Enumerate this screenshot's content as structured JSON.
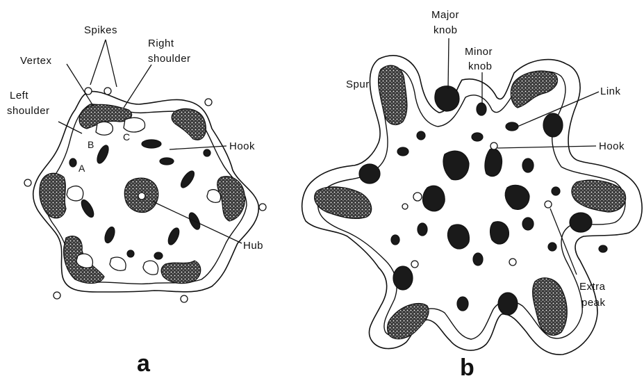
{
  "panels": {
    "a": {
      "letter": "a",
      "labels": {
        "spikes": "Spikes",
        "vertex": "Vertex",
        "right_shoulder_1": "Right",
        "right_shoulder_2": "shoulder",
        "left_shoulder_1": "Left",
        "left_shoulder_2": "shoulder",
        "hook": "Hook",
        "hub": "Hub",
        "region_a": "A",
        "region_b": "B",
        "region_c": "C"
      }
    },
    "b": {
      "letter": "b",
      "labels": {
        "major_knob_1": "Major",
        "major_knob_2": "knob",
        "minor_knob_1": "Minor",
        "minor_knob_2": "knob",
        "spur": "Spur",
        "link": "Link",
        "hook": "Hook",
        "extra_peak_1": "Extra",
        "extra_peak_2": "peak"
      }
    }
  }
}
